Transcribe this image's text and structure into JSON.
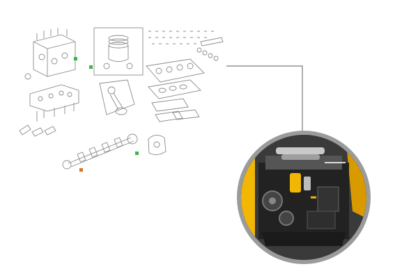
{
  "figure": {
    "left_panel": "exploded-parts-diagram",
    "right_panel": "engine-photo-inset",
    "connector": "callout-line",
    "colors": {
      "line_art": "#8a8a8a",
      "highlight_green": "#39b54a",
      "highlight_orange": "#e2731e",
      "callout": "#7a7a7a",
      "inset_border": "#9b9b9b",
      "engine_yellow": "#f2b705"
    }
  }
}
